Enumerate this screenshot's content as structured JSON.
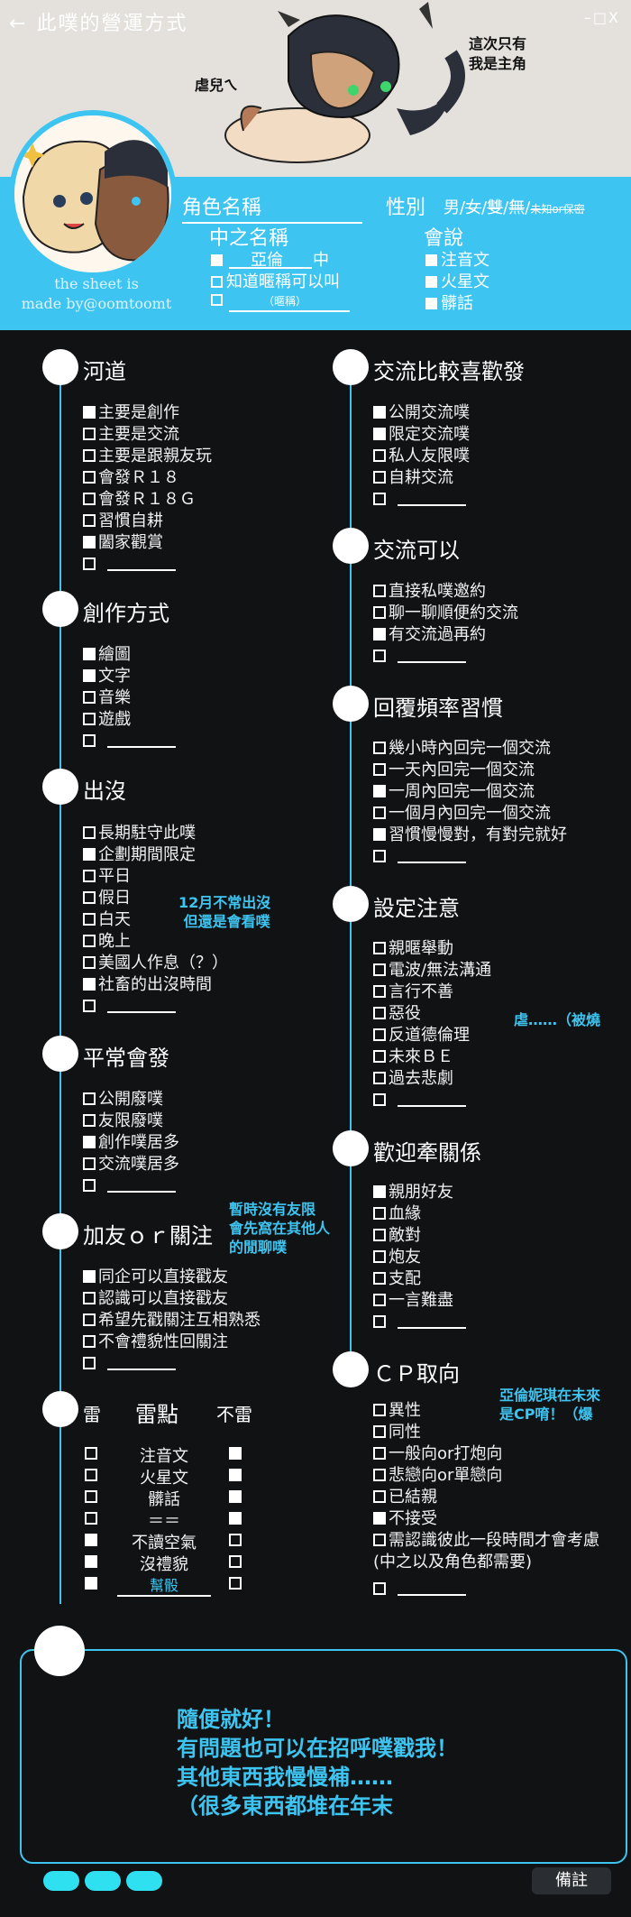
{
  "window": {
    "title": "此噗的營運方式",
    "controls": "–□X"
  },
  "header_notes": {
    "left": "虐兒ㄟ",
    "right": "這次只有\n我是主角"
  },
  "credit": {
    "line1": "the sheet is",
    "line2": "made by@oomtoomt"
  },
  "profile": {
    "name_label": "角色名稱",
    "gender_label": "性別",
    "gender_options": [
      "男",
      "女",
      "雙",
      "無",
      "未知or保密"
    ],
    "cv_label": "中之名稱",
    "cv_name": "亞倫",
    "cv_suffix": "中",
    "cv_nickname": "知道暱稱可以叫",
    "cv_nickname_hint": "（暱稱）",
    "speech_label": "會說",
    "speech_options": [
      "注音文",
      "火星文",
      "髒話"
    ]
  },
  "sections": {
    "river": {
      "title": "河道",
      "items": [
        {
          "label": "主要是創作",
          "checked": true
        },
        {
          "label": "主要是交流",
          "checked": false
        },
        {
          "label": "主要是跟親友玩",
          "checked": false
        },
        {
          "label": "會發Ｒ１８",
          "checked": false
        },
        {
          "label": "會發Ｒ１８Ｇ",
          "checked": false
        },
        {
          "label": "習慣自耕",
          "checked": false
        },
        {
          "label": "闔家觀賞",
          "checked": true
        }
      ]
    },
    "creation": {
      "title": "創作方式",
      "items": [
        {
          "label": "繪圖",
          "checked": true
        },
        {
          "label": "文字",
          "checked": true
        },
        {
          "label": "音樂",
          "checked": false
        },
        {
          "label": "遊戲",
          "checked": false
        }
      ]
    },
    "appear": {
      "title": "出沒",
      "items": [
        {
          "label": "長期駐守此噗",
          "checked": false
        },
        {
          "label": "企劃期間限定",
          "checked": true
        },
        {
          "label": "平日",
          "checked": false
        },
        {
          "label": "假日",
          "checked": false
        },
        {
          "label": "白天",
          "checked": false
        },
        {
          "label": "晚上",
          "checked": false
        },
        {
          "label": "美國人作息（？）",
          "checked": false
        },
        {
          "label": "社畜的出沒時間",
          "checked": true
        }
      ],
      "note": "12月不常出沒\n 但還是會看噗"
    },
    "usual": {
      "title": "平常會發",
      "items": [
        {
          "label": "公開廢噗",
          "checked": false
        },
        {
          "label": "友限廢噗",
          "checked": false
        },
        {
          "label": "創作噗居多",
          "checked": true
        },
        {
          "label": "交流噗居多",
          "checked": false
        }
      ]
    },
    "friend": {
      "title": "加友ｏｒ關注",
      "items": [
        {
          "label": "同企可以直接戳友",
          "checked": true
        },
        {
          "label": "認識可以直接戳友",
          "checked": false
        },
        {
          "label": "希望先戳關注互相熟悉",
          "checked": false
        },
        {
          "label": "不會禮貌性回關注",
          "checked": false
        }
      ],
      "note": "暫時沒有友限\n會先窩在其他人\n的閒聊噗"
    },
    "thunder": {
      "title_left": "雷",
      "title_mid": "雷點",
      "title_right": "不雷",
      "rows": [
        {
          "label": "注音文",
          "mine": false,
          "ok": true
        },
        {
          "label": "火星文",
          "mine": false,
          "ok": true
        },
        {
          "label": "髒話",
          "mine": false,
          "ok": true
        },
        {
          "label": "＝＝",
          "mine": false,
          "ok": true
        },
        {
          "label": "不讀空氣",
          "mine": true,
          "ok": false
        },
        {
          "label": "沒禮貌",
          "mine": true,
          "ok": false
        },
        {
          "label": "幫骰",
          "mine": true,
          "ok": false
        }
      ]
    },
    "exchange_pref": {
      "title": "交流比較喜歡發",
      "items": [
        {
          "label": "公開交流噗",
          "checked": true
        },
        {
          "label": "限定交流噗",
          "checked": true
        },
        {
          "label": "私人友限噗",
          "checked": false
        },
        {
          "label": "自耕交流",
          "checked": false
        }
      ]
    },
    "exchange_ok": {
      "title": "交流可以",
      "items": [
        {
          "label": "直接私噗邀約",
          "checked": false
        },
        {
          "label": "聊一聊順便約交流",
          "checked": false
        },
        {
          "label": "有交流過再約",
          "checked": true
        }
      ]
    },
    "reply": {
      "title": "回覆頻率習慣",
      "items": [
        {
          "label": "幾小時內回完一個交流",
          "checked": false
        },
        {
          "label": "一天內回完一個交流",
          "checked": false
        },
        {
          "label": "一周內回完一個交流",
          "checked": true
        },
        {
          "label": "一個月內回完一個交流",
          "checked": false
        },
        {
          "label": "習慣慢慢對，有對完就好",
          "checked": true
        }
      ]
    },
    "setting": {
      "title": "設定注意",
      "items": [
        {
          "label": "親暱舉動",
          "checked": false
        },
        {
          "label": "電波/無法溝通",
          "checked": false
        },
        {
          "label": "言行不善",
          "checked": false
        },
        {
          "label": "惡役",
          "checked": false
        },
        {
          "label": "反道德倫理",
          "checked": false
        },
        {
          "label": "未來ＢＥ",
          "checked": false
        },
        {
          "label": "過去悲劇",
          "checked": false
        }
      ],
      "note": "虐……（被燒"
    },
    "relation": {
      "title": "歡迎牽關係",
      "items": [
        {
          "label": "親朋好友",
          "checked": true
        },
        {
          "label": "血緣",
          "checked": false
        },
        {
          "label": "敵對",
          "checked": false
        },
        {
          "label": "炮友",
          "checked": false
        },
        {
          "label": "支配",
          "checked": false
        },
        {
          "label": "一言難盡",
          "checked": false
        }
      ]
    },
    "cp": {
      "title": "ＣＰ取向",
      "items": [
        {
          "label": "異性",
          "checked": false
        },
        {
          "label": "同性",
          "checked": false
        },
        {
          "label": "一般向or打炮向",
          "checked": false
        },
        {
          "label": "悲戀向or單戀向",
          "checked": false
        },
        {
          "label": "已結親",
          "checked": false
        },
        {
          "label": "不接受",
          "checked": true
        },
        {
          "label": "需認識彼此一段時間才會考慮",
          "checked": false
        }
      ],
      "extra_line": "(中之以及角色都需要)",
      "note": "亞倫妮琪在未來\n是CP唷！（爆"
    }
  },
  "remarks": {
    "text": "隨便就好！\n有問題也可以在招呼噗戳我！\n其他東西我慢慢補……\n（很多東西都堆在年末",
    "button_label": "備註"
  },
  "colors": {
    "accent": "#3ec4f0",
    "bg": "#101214",
    "header": "#e4e1dc"
  }
}
